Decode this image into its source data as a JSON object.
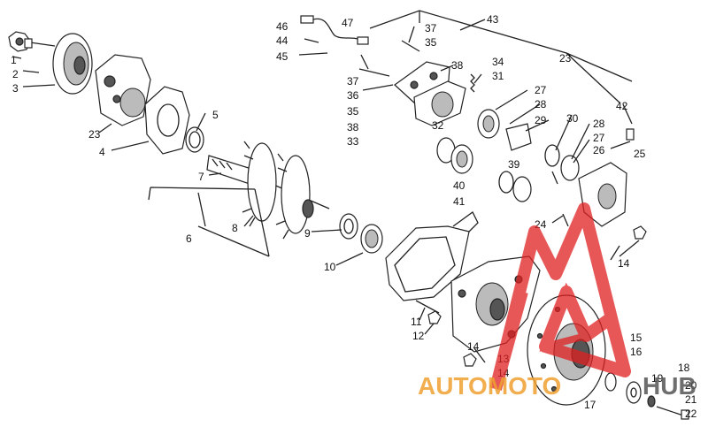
{
  "diagram": {
    "callouts": [
      "1",
      "2",
      "3",
      "4",
      "5",
      "6",
      "7",
      "8",
      "9",
      "10",
      "11",
      "12",
      "13",
      "14",
      "14",
      "14",
      "15",
      "16",
      "17",
      "18",
      "19",
      "20",
      "21",
      "22",
      "23",
      "23",
      "24",
      "25",
      "26",
      "27",
      "27",
      "28",
      "28",
      "29",
      "30",
      "31",
      "32",
      "33",
      "34",
      "35",
      "35",
      "36",
      "37",
      "37",
      "38",
      "38",
      "39",
      "40",
      "41",
      "42",
      "43",
      "44",
      "45",
      "46",
      "47"
    ]
  },
  "watermark": {
    "brand_left": "AUTOMOTO",
    "brand_right": "HUB",
    "colors": {
      "red": "#e02020",
      "orange": "#f0a030",
      "gray": "#555555"
    }
  }
}
